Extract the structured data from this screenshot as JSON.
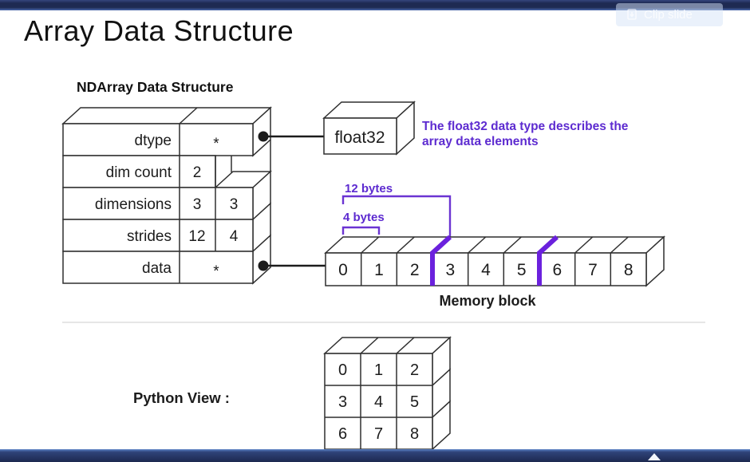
{
  "top_overlay": {
    "clip_label": "Clip slide"
  },
  "title": "Array Data Structure",
  "diagram": {
    "subtitle": "NDArray Data Structure",
    "record": {
      "rows": [
        {
          "label": "dtype",
          "values": [
            "*"
          ]
        },
        {
          "label": "dim count",
          "values": [
            "2"
          ]
        },
        {
          "label": "dimensions",
          "values": [
            "3",
            "3"
          ]
        },
        {
          "label": "strides",
          "values": [
            "12",
            "4"
          ]
        },
        {
          "label": "data",
          "values": [
            "*"
          ]
        }
      ]
    },
    "dtype_box": {
      "label": "float32"
    },
    "dtype_note": {
      "line1": "The float32 data type describes the",
      "line2": "array data elements"
    },
    "annotations": {
      "row_stride": "12 bytes",
      "elem_stride": "4 bytes"
    },
    "memory": {
      "cells": [
        "0",
        "1",
        "2",
        "3",
        "4",
        "5",
        "6",
        "7",
        "8"
      ],
      "label": "Memory block"
    },
    "python_view": {
      "label": "Python View :",
      "rows": [
        [
          "0",
          "1",
          "2"
        ],
        [
          "3",
          "4",
          "5"
        ],
        [
          "6",
          "7",
          "8"
        ]
      ]
    }
  },
  "colors": {
    "accent_purple": "#5d2bd0",
    "divider_purple": "#6b21dd",
    "bar_navy": "#1e2a52"
  }
}
